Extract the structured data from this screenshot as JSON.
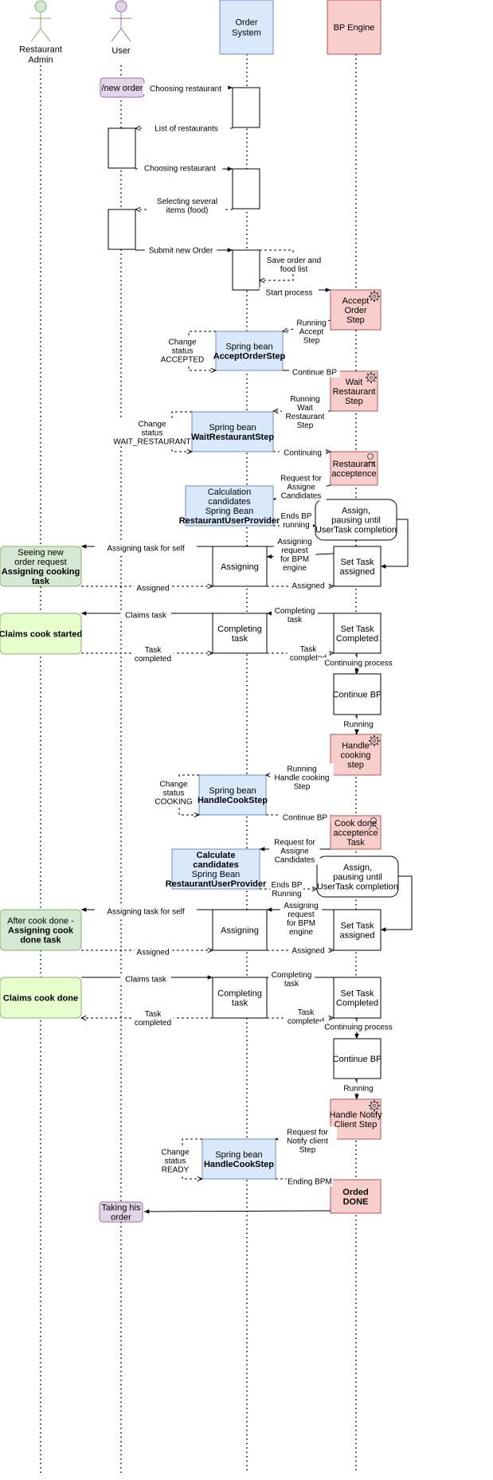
{
  "actors": {
    "admin": [
      "Restaurant",
      "Admin"
    ],
    "user": [
      "User"
    ]
  },
  "participants": {
    "order_system": [
      "Order",
      "System"
    ],
    "bp_engine": [
      "BP Engine"
    ]
  },
  "boxes": {
    "new_order": [
      "/new order"
    ],
    "accept_order_step": [
      "Accept",
      "Order",
      "Step"
    ],
    "bean_accept": [
      "Spring bean",
      "AcceptOrderStep"
    ],
    "wait_restaurant_step": [
      "Wait",
      "Restaurant",
      "Step"
    ],
    "bean_wait": [
      "Spring bean",
      "WaitRestaurantStep"
    ],
    "restaurant_acceptence": [
      "Restaurant",
      "acceptence"
    ],
    "calc_candidates_1": [
      "Calculation",
      "candidates",
      "Spring Bean",
      "RestaurantUserProvider"
    ],
    "pause_1": [
      "Assign,",
      "pausing until",
      "UserTask completion"
    ],
    "admin_assign_1": [
      "Seeing new",
      "order request",
      "Assigning cooking",
      "task"
    ],
    "assigning_1": [
      "Assigning"
    ],
    "set_task_assigned_1": [
      "Set Task",
      "assigned"
    ],
    "claims_cook_started": [
      "Claims cook started"
    ],
    "completing_task_1": [
      "Completing",
      "task"
    ],
    "set_task_completed_1": [
      "Set Task",
      "Completed"
    ],
    "continue_bp_1": [
      "Continue BP"
    ],
    "handle_cooking_step": [
      "Handle",
      "cooking",
      "step"
    ],
    "bean_cook_1": [
      "Spring bean",
      "HandleCookStep"
    ],
    "cook_done_acceptence": [
      "Cook done",
      "acceptence",
      "Task"
    ],
    "calc_candidates_2": [
      "Calculate",
      "candidates",
      "Spring Bean",
      "RestaurantUserProvider"
    ],
    "pause_2": [
      "Assign,",
      "pausing until",
      "UserTask completion"
    ],
    "admin_assign_2": [
      "After cook done -",
      "Assigning cook",
      "done task"
    ],
    "assigning_2": [
      "Assigning"
    ],
    "set_task_assigned_2": [
      "Set Task",
      "assigned"
    ],
    "claims_cook_done": [
      "Claims cook done"
    ],
    "completing_task_2": [
      "Completing",
      "task"
    ],
    "set_task_completed_2": [
      "Set Task",
      "Completed"
    ],
    "continue_bp_2": [
      "Continue BP"
    ],
    "handle_notify_step": [
      "Handle Notify",
      "Client Step"
    ],
    "bean_cook_2": [
      "Spring bean",
      "HandleCookStep"
    ],
    "order_done": [
      "Orded",
      "DONE"
    ],
    "taking_order": [
      "Taking his",
      "order"
    ]
  },
  "messages": {
    "m1": [
      "Choosing restaurant"
    ],
    "m2": [
      "List of restaurants"
    ],
    "m3": [
      "Choosing restaurant"
    ],
    "m4": [
      "Selecting several",
      "items (food)"
    ],
    "m5": [
      "Submit new Order"
    ],
    "m6": [
      "Save order and",
      "food list"
    ],
    "m7": [
      "Start process"
    ],
    "m8": [
      "Running",
      "Accept",
      "Step"
    ],
    "m9": [
      "Change",
      "status",
      "ACCEPTED"
    ],
    "m10": [
      "Continue BP"
    ],
    "m11": [
      "Running",
      "Wait",
      "Restaurant",
      "Step"
    ],
    "m12": [
      "Change",
      "status",
      "WAIT_RESTAURANT"
    ],
    "m13": [
      "Continuing"
    ],
    "m14": [
      "Request for",
      "Assigne",
      "Candidates"
    ],
    "m15": [
      "Ends BP",
      "running"
    ],
    "m16": [
      "Assigning task for self"
    ],
    "m17": [
      "Assigning",
      "request",
      "for BPM",
      "engine"
    ],
    "m18": [
      "Assigned"
    ],
    "m19": [
      "Assigned"
    ],
    "m20": [
      "Claims task"
    ],
    "m21": [
      "Completing",
      "task"
    ],
    "m22": [
      "Task",
      "completed"
    ],
    "m23": [
      "Task",
      "completed"
    ],
    "m24": [
      "Continuing process"
    ],
    "m25": [
      "Running"
    ],
    "m26": [
      "Running",
      "Handle cooking",
      "Step"
    ],
    "m27": [
      "Change",
      "status",
      "COOKING"
    ],
    "m28": [
      "Continue BP"
    ],
    "m29": [
      "Request for",
      "Assigne",
      "Candidates"
    ],
    "m30": [
      "Ends BP",
      "Running"
    ],
    "m31": [
      "Assigning task for self"
    ],
    "m32": [
      "Assigning",
      "request",
      "for BPM",
      "engine"
    ],
    "m33": [
      "Assigned"
    ],
    "m34": [
      "Assigned"
    ],
    "m35": [
      "Claims task"
    ],
    "m36": [
      "Completing",
      "task"
    ],
    "m37": [
      "Task",
      "completed"
    ],
    "m38": [
      "Task",
      "completed"
    ],
    "m39": [
      "Continuing process"
    ],
    "m40": [
      "Running"
    ],
    "m41": [
      "Request for",
      "Notify client",
      "Step"
    ],
    "m42": [
      "Change",
      "status",
      "READY"
    ],
    "m43": [
      "Ending BPM"
    ]
  },
  "colors": {
    "blue_fill": "#dae8fc",
    "blue_stroke": "#6c8ebf",
    "red_fill": "#f8cecc",
    "red_stroke": "#b85450",
    "green_fill": "#d5e8d4",
    "green_stroke": "#82b366",
    "lime_fill": "#e6ffcc",
    "lime_stroke": "#82b366",
    "purple_fill": "#e1d5e7",
    "purple_stroke": "#9673a6"
  },
  "icons": {
    "service_step": "gear-icon",
    "user_task": "user-icon"
  }
}
